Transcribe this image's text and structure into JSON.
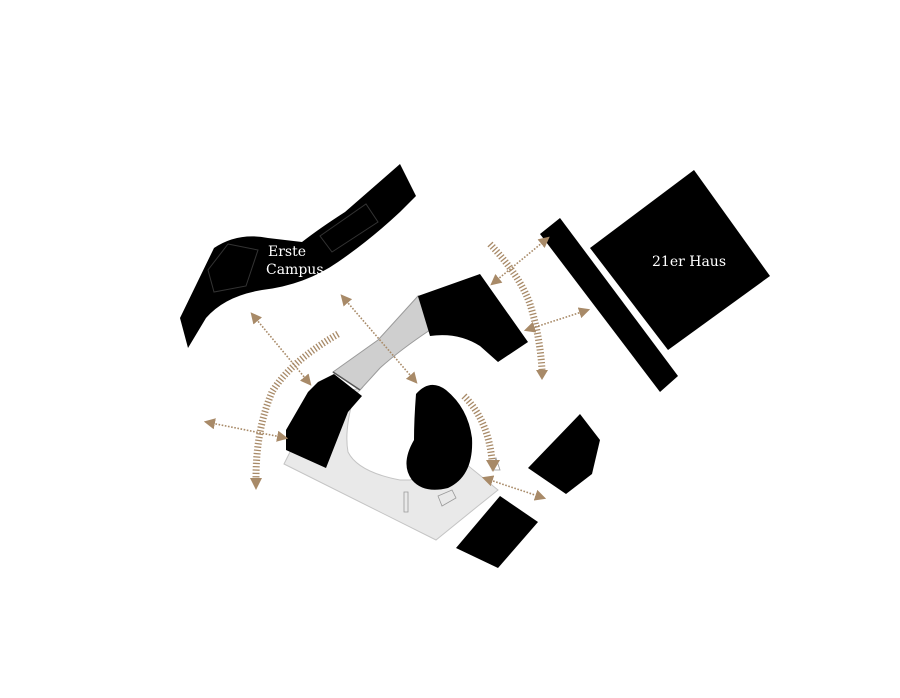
{
  "labels": {
    "erste_campus_line1": "Erste",
    "erste_campus_line2": "Campus",
    "haus_21er": "21er Haus"
  },
  "colors": {
    "building": "#000000",
    "plaza": "#e9e9e9",
    "glass_wing": "#cfcfcf",
    "movement_arrow": "#a88a68"
  }
}
